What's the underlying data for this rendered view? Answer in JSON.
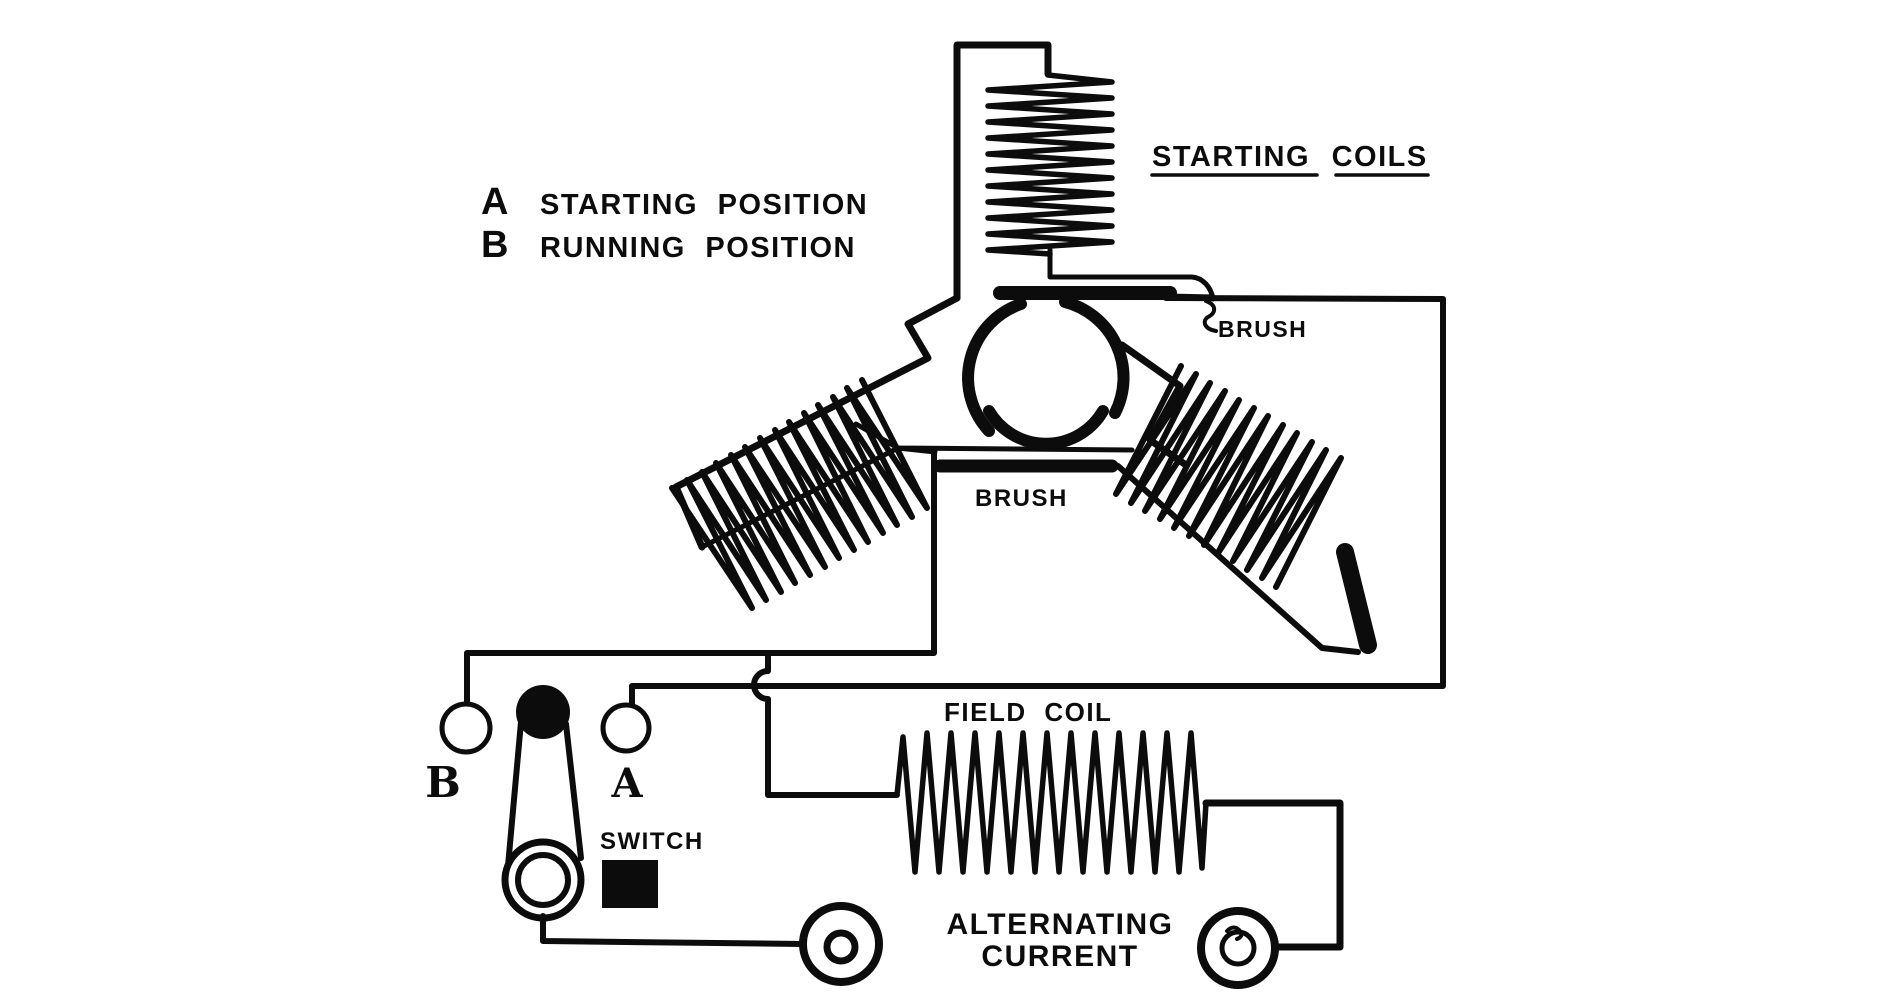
{
  "meta": {
    "background_color": "#ffffff",
    "ink_color": "#0c0c0c",
    "description": "Hand-drawn circuit diagram of a motor with starting coils, brushes, switch, field coil and alternating current supply"
  },
  "legend": {
    "items": [
      {
        "key": "A",
        "label": "STARTING POSITION"
      },
      {
        "key": "B",
        "label": "RUNNING POSITION"
      }
    ]
  },
  "labels": {
    "starting_coils": "STARTING COILS",
    "brush_top": "BRUSH",
    "brush_bottom": "BRUSH",
    "field_coil": "FIELD COIL",
    "switch": "SWITCH",
    "alternating_line1": "ALTERNATING",
    "alternating_line2": "CURRENT",
    "contact_b": "B",
    "contact_a": "A"
  }
}
